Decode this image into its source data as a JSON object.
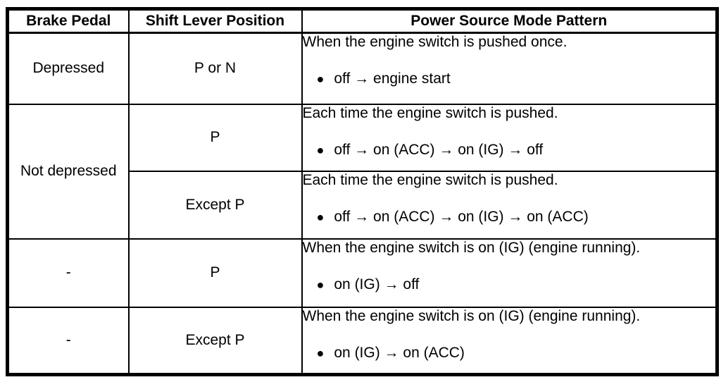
{
  "table": {
    "bullet_glyph": "●",
    "headers": {
      "brake_pedal": "Brake Pedal",
      "shift_lever_position": "Shift Lever Position",
      "power_source_mode_pattern": "Power Source Mode Pattern"
    },
    "rows": [
      {
        "brake_pedal": "Depressed",
        "shift_lever": "P or N",
        "pattern_desc": "When the engine switch is pushed once.",
        "pattern_sequence": "off → engine start"
      },
      {
        "brake_pedal": "Not depressed",
        "shift_lever": "P",
        "pattern_desc": "Each time the engine switch is pushed.",
        "pattern_sequence": "off → on (ACC) → on (IG) → off"
      },
      {
        "shift_lever": "Except P",
        "pattern_desc": "Each time the engine switch is pushed.",
        "pattern_sequence": "off → on (ACC) → on (IG) → on (ACC)"
      },
      {
        "brake_pedal": "-",
        "shift_lever": "P",
        "pattern_desc": "When the engine switch is on (IG) (engine running).",
        "pattern_sequence": "on (IG) → off"
      },
      {
        "brake_pedal": "-",
        "shift_lever": "Except P",
        "pattern_desc": "When the engine switch is on (IG) (engine running).",
        "pattern_sequence": "on (IG) → on (ACC)"
      }
    ]
  },
  "colors": {
    "border": "#000000",
    "text": "#000000",
    "background": "#ffffff"
  }
}
